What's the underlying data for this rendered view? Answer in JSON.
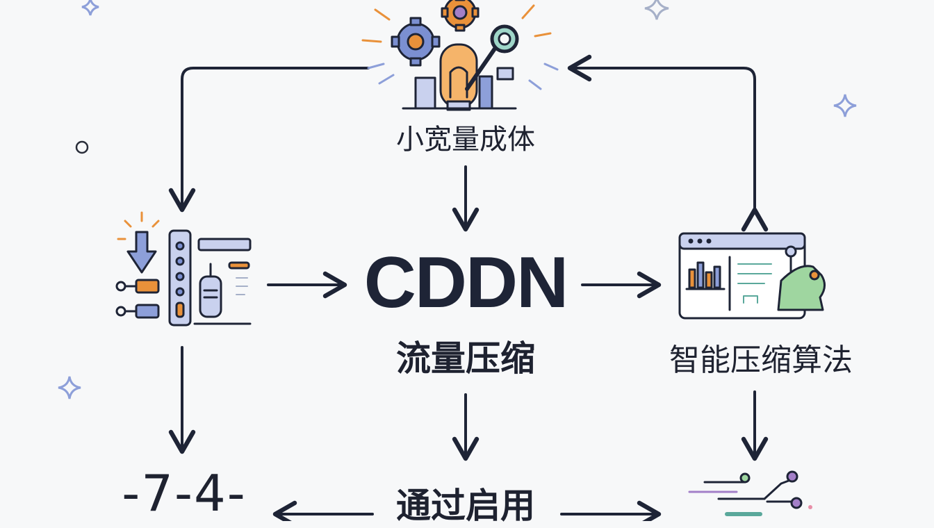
{
  "diagram": {
    "top_label": "小宽量成体",
    "center_title": "CDDN",
    "center_subtitle": "流量压缩",
    "right_label": "智能压缩算法",
    "bottom_center_label": "通过启用",
    "bottom_left_label": "-7-4-",
    "colors": {
      "ink": "#1e2436",
      "orange": "#e9913a",
      "blue": "#8d9fd9",
      "purple": "#a37fc8",
      "green": "#8fd48f",
      "teal": "#5aa89b"
    },
    "icons": [
      "gears-lightbulb-icon",
      "data-pipeline-icon",
      "dashboard-chart-icon",
      "network-lines-icon"
    ]
  }
}
